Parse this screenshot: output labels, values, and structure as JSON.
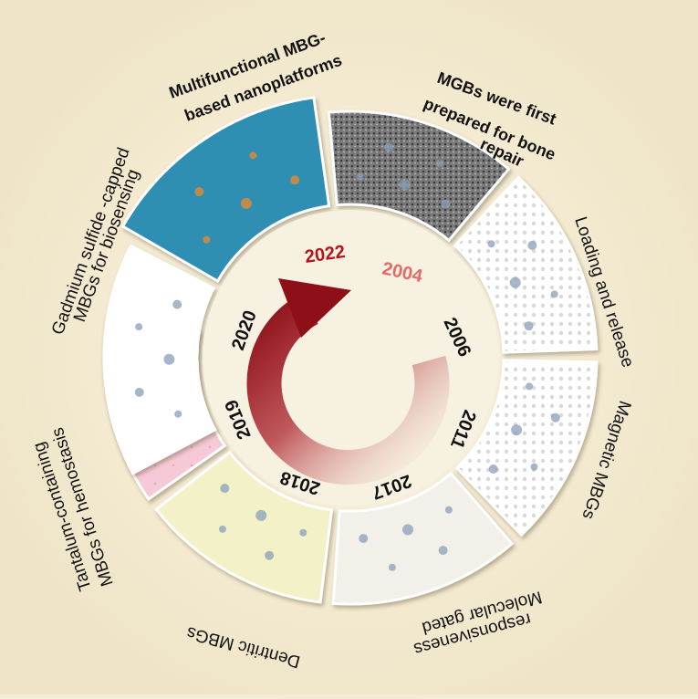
{
  "milestones": [
    {
      "year": "2004",
      "label_lines": [
        "MGBs were first",
        "prepared for bone",
        "repair"
      ]
    },
    {
      "year": "2006",
      "label": "Loading and release"
    },
    {
      "year": "2011",
      "label": "Magnetic MBGs"
    },
    {
      "year": "2017",
      "label_lines": [
        "Molecular gated",
        "responsiveness"
      ]
    },
    {
      "year": "2018",
      "label": "Dentritic MBGs"
    },
    {
      "year": "2019",
      "label_lines": [
        "Tantalum-containing",
        "MBGs for hemostasis"
      ]
    },
    {
      "year": "2020",
      "label_lines": [
        "Gadmium sulfide -capped",
        "MBGs for biosensing"
      ]
    },
    {
      "year": "2022",
      "label_lines": [
        "Multifunctional MBG-",
        "based nanoplatforms"
      ]
    }
  ],
  "colors": {
    "background": "#f4ecd4",
    "arrow": "#9c1c24",
    "year_2022": "#b3151d",
    "year_2004": "#e46a6a"
  }
}
